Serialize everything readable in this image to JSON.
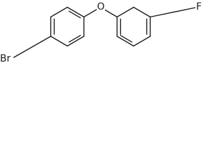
{
  "molecule": {
    "atoms": {
      "bromine": "Br",
      "oxygen": "O",
      "fluorine": "F"
    },
    "colors": {
      "bond": "#1a1a1a",
      "background": "#ffffff"
    }
  }
}
